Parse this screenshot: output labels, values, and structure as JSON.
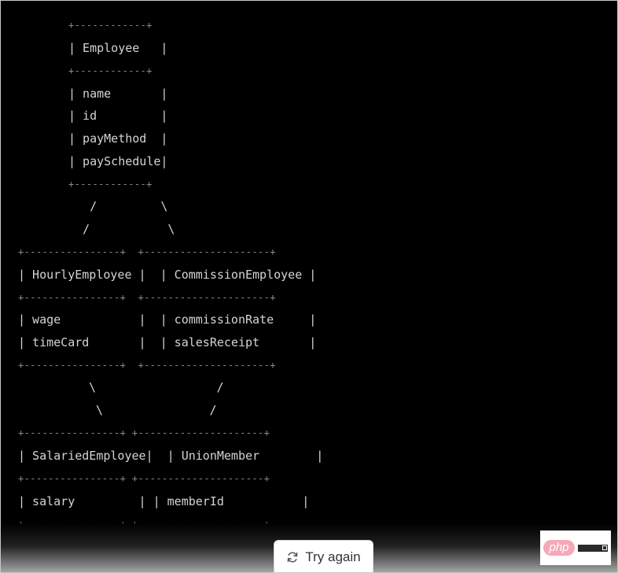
{
  "diagram": {
    "lines": [
      "+------------+",
      "| Employee   |",
      "+------------+",
      "| name       |",
      "| id         |",
      "| payMethod  |",
      "| paySchedule|",
      "+------------+",
      "   /         \\",
      "  /           \\",
      "+----------------+  +---------------------+",
      "| HourlyEmployee |  | CommissionEmployee |",
      "+----------------+  +---------------------+",
      "| wage           |  | commissionRate     |",
      "| timeCard       |  | salesReceipt       |",
      "+----------------+  +---------------------+",
      "\\                 /",
      "\\               /",
      "+----------------+ +---------------------+",
      "| SalariedEmployee|  | UnionMember        |",
      "+----------------+ +---------------------+",
      "| salary         | | memberId           |",
      "+----------------+ +---------------------+"
    ]
  },
  "retry": {
    "label": "Try again"
  },
  "watermark": {
    "logo": "php"
  }
}
